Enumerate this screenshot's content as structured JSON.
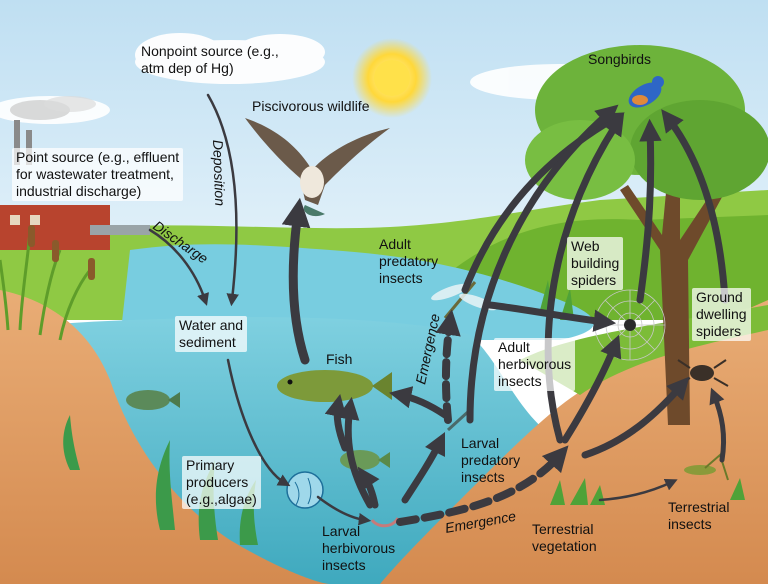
{
  "labels": {
    "nonpoint": "Nonpoint source (e.g.,\natm dep of Hg)",
    "point_source": "Point source (e.g., effluent\nfor wastewater treatment,\nindustrial discharge)",
    "piscivorous": "Piscivorous wildlife",
    "songbirds": "Songbirds",
    "water_sediment": "Water and\nsediment",
    "fish": "Fish",
    "adult_predatory": "Adult\npredatory\ninsects",
    "web_spiders": "Web\nbuilding\nspiders",
    "ground_spiders": "Ground\ndwelling\nspiders",
    "adult_herbivorous": "Adult\nherbivorous\ninsects",
    "larval_predatory": "Larval\npredatory\ninsects",
    "primary_producers": "Primary\nproducers\n(e.g.,algae)",
    "larval_herbivorous": "Larval\nherbivorous\ninsects",
    "terrestrial_vegetation": "Terrestrial\nvegetation",
    "terrestrial_insects": "Terrestrial\ninsects"
  },
  "flow_labels": {
    "deposition": "Deposition",
    "discharge": "Discharge",
    "emergence_vertical": "Emergence",
    "emergence_horizontal": "Emergence"
  },
  "colors": {
    "sky": "#cfe6f5",
    "water": "#6ec6d9",
    "water_deep": "#4fb4c6",
    "soil": "#e2a067",
    "grass": "#7fbf3a",
    "arrow": "#3b3a40"
  }
}
